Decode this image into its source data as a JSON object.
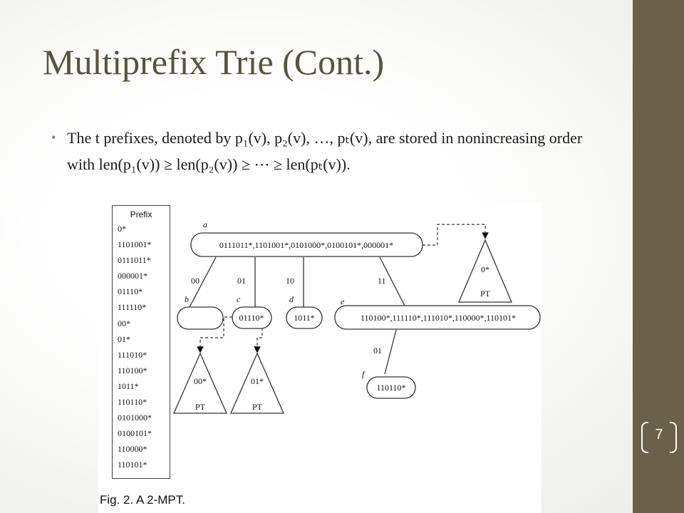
{
  "slide": {
    "title": "Multiprefix Trie (Cont.)",
    "page_number": "7",
    "bullet": "The t prefixes, denoted by p₁(v), p₂(v), …, pₜ(v), are stored in nonincreasing order with len(p₁(v)) ≥ len(p₂(v)) ≥ ⋯ ≥ len(pₜ(v))."
  },
  "figure": {
    "prefix_table": {
      "header": "Prefix",
      "items": [
        "0*",
        "1101001*",
        "0111011*",
        "000001*",
        "01110*",
        "111110*",
        "00*",
        "01*",
        "111010*",
        "110100*",
        "1011*",
        "110110*",
        "0101000*",
        "0100101*",
        "110000*",
        "110101*"
      ]
    },
    "nodes": {
      "a": {
        "label": "a",
        "content": "0111011*,1101001*,0101000*,0100101*,000001*"
      },
      "b": {
        "label": "b",
        "content": ""
      },
      "c": {
        "label": "c",
        "content": "01110*"
      },
      "d": {
        "label": "d",
        "content": "1011*"
      },
      "e": {
        "label": "e",
        "content": "110100*,111110*,111010*,110000*,110101*"
      },
      "f": {
        "label": "f",
        "content": "110110*"
      }
    },
    "edges": {
      "ab": "00",
      "ac": "01",
      "ad": "10",
      "ae": "11",
      "ef": "01"
    },
    "subtries": [
      {
        "prefix": "0*",
        "label": "PT"
      },
      {
        "prefix": "00*",
        "label": "PT"
      },
      {
        "prefix": "01*",
        "label": "PT"
      }
    ],
    "caption": "Fig. 2.  A 2-MPT."
  }
}
